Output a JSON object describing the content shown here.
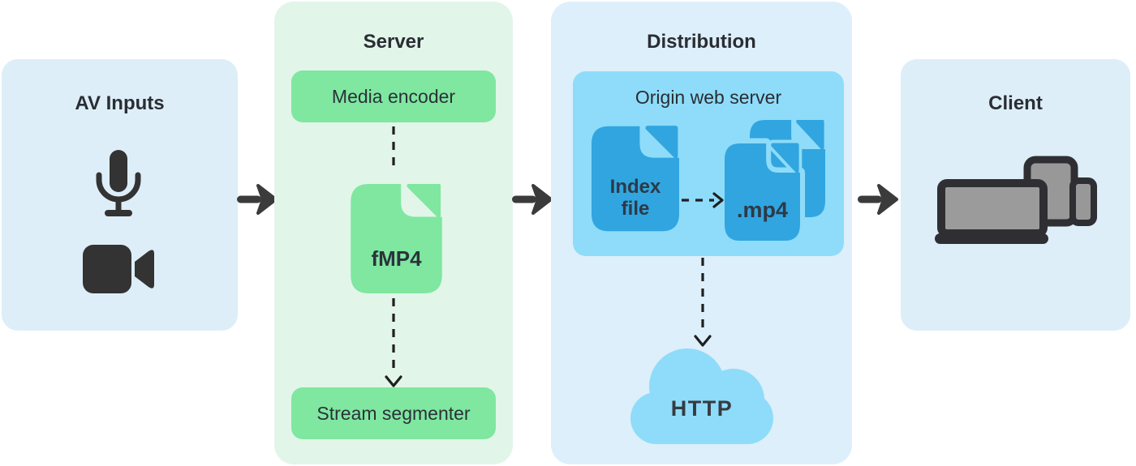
{
  "colors": {
    "panel_blue": "#ddeef8",
    "panel_green": "#e2f5e9",
    "box_green": "#7fe7a0",
    "box_blue": "#8edcf9",
    "doc_blue": "#31a5e0",
    "icon_dark": "#333333",
    "device_gray": "#989898",
    "text_dark": "#2a2d34"
  },
  "panels": {
    "av_inputs": {
      "title": "AV Inputs",
      "icons": [
        "microphone-icon",
        "video-camera-icon"
      ]
    },
    "server": {
      "title": "Server",
      "encoder_label": "Media encoder",
      "file_label": "fMP4",
      "segmenter_label": "Stream segmenter"
    },
    "distribution": {
      "title": "Distribution",
      "origin_title": "Origin web server",
      "index_file_line1": "Index",
      "index_file_line2": "file",
      "mp4_label": ".mp4",
      "http_label": "HTTP"
    },
    "client": {
      "title": "Client",
      "icons": [
        "laptop-icon",
        "tablet-icon",
        "phone-icon"
      ]
    }
  }
}
